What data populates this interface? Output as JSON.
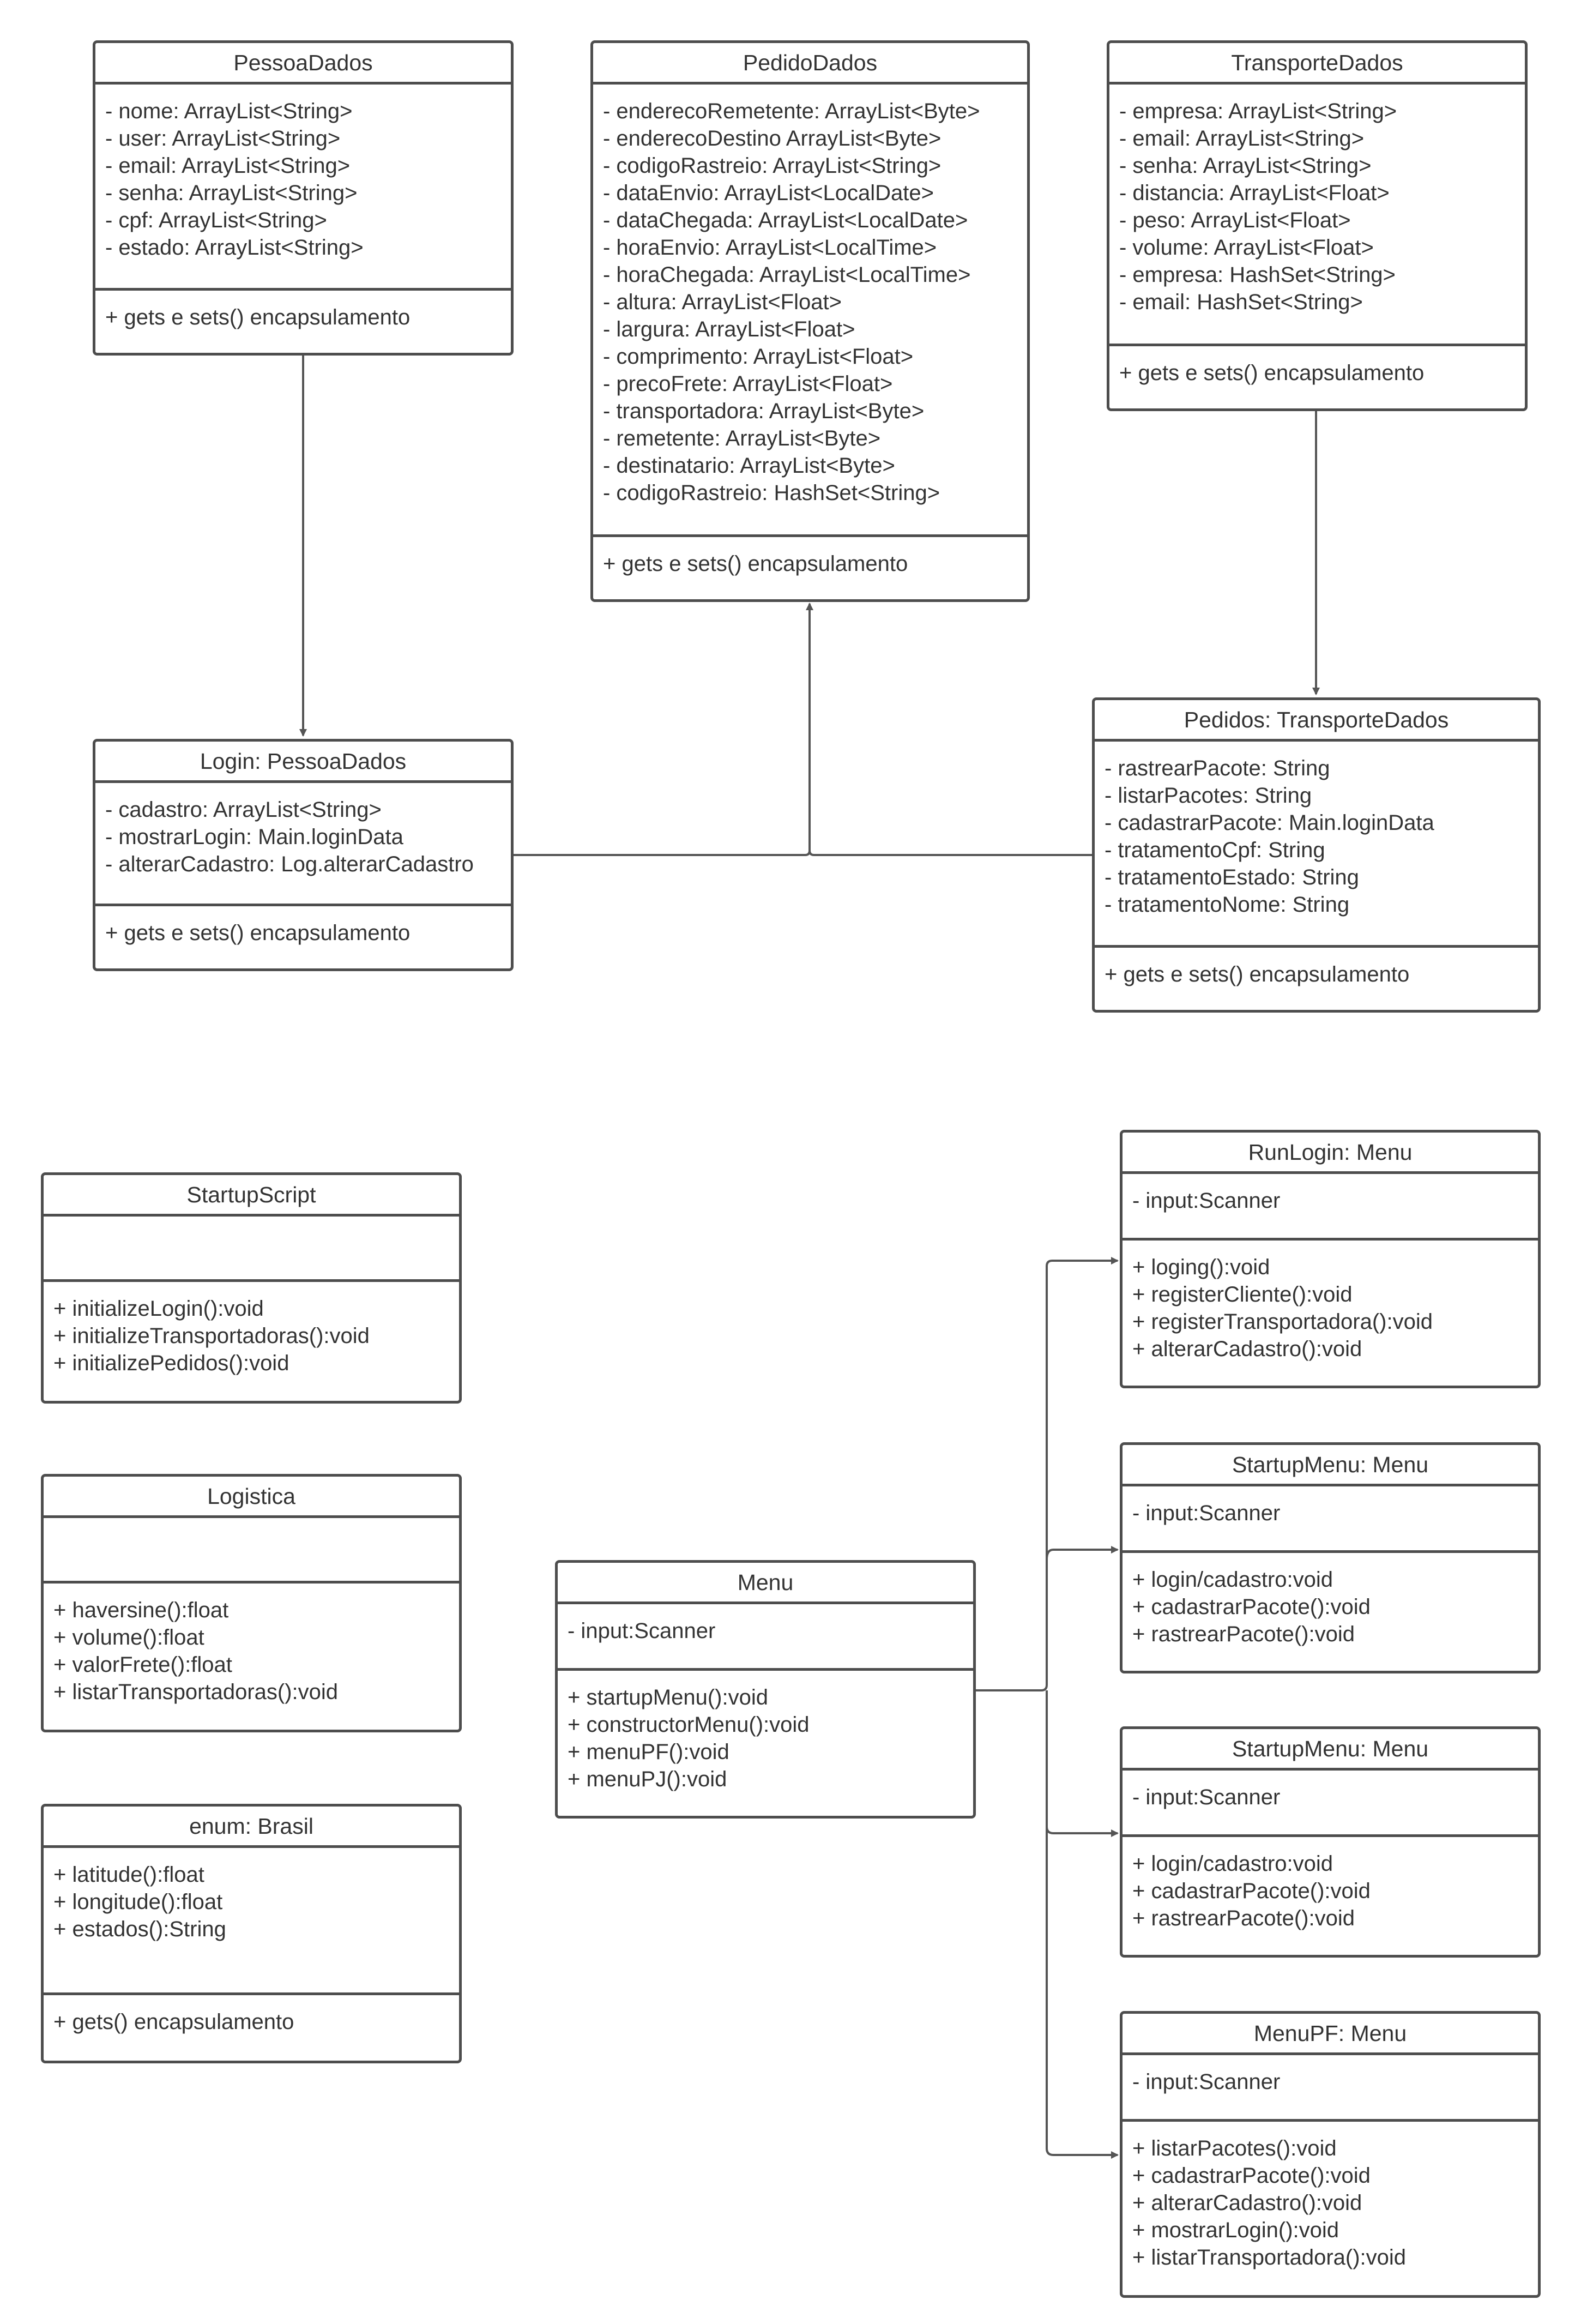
{
  "classes": {
    "pessoa": {
      "title": "PessoaDados",
      "attrs": [
        "- nome: ArrayList<String>",
        "- user: ArrayList<String>",
        "- email: ArrayList<String>",
        "- senha: ArrayList<String>",
        "- cpf: ArrayList<String>",
        "- estado: ArrayList<String>"
      ],
      "methods": [
        "+ gets e sets() encapsulamento"
      ]
    },
    "pedido": {
      "title": "PedidoDados",
      "attrs": [
        "- enderecoRemetente: ArrayList<Byte>",
        "- enderecoDestino ArrayList<Byte>",
        "- codigoRastreio: ArrayList<String>",
        "- dataEnvio: ArrayList<LocalDate>",
        "- dataChegada: ArrayList<LocalDate>",
        "- horaEnvio: ArrayList<LocalTime>",
        "- horaChegada: ArrayList<LocalTime>",
        "- altura: ArrayList<Float>",
        "- largura: ArrayList<Float>",
        "- comprimento: ArrayList<Float>",
        "- precoFrete: ArrayList<Float>",
        "- transportadora: ArrayList<Byte>",
        "- remetente: ArrayList<Byte>",
        "- destinatario: ArrayList<Byte>",
        "- codigoRastreio: HashSet<String>"
      ],
      "methods": [
        "+ gets e sets() encapsulamento"
      ]
    },
    "transporte": {
      "title": "TransporteDados",
      "attrs": [
        "- empresa: ArrayList<String>",
        "- email: ArrayList<String>",
        "- senha: ArrayList<String>",
        "- distancia: ArrayList<Float>",
        "- peso: ArrayList<Float>",
        "- volume: ArrayList<Float>",
        "- empresa: HashSet<String>",
        "- email: HashSet<String>"
      ],
      "methods": [
        "+ gets e sets() encapsulamento"
      ]
    },
    "login": {
      "title": "Login: PessoaDados",
      "attrs": [
        "- cadastro: ArrayList<String>",
        "- mostrarLogin: Main.loginData",
        "- alterarCadastro: Log.alterarCadastro"
      ],
      "methods": [
        "+ gets e sets() encapsulamento"
      ]
    },
    "pedidos": {
      "title": "Pedidos: TransporteDados",
      "attrs": [
        "- rastrearPacote: String",
        "- listarPacotes: String",
        "- cadastrarPacote: Main.loginData",
        "- tratamentoCpf: String",
        "- tratamentoEstado: String",
        "- tratamentoNome: String"
      ],
      "methods": [
        "+ gets e sets() encapsulamento"
      ]
    },
    "startupScript": {
      "title": "StartupScript",
      "attrs": [],
      "methods": [
        "+ initializeLogin():void",
        "+ initializeTransportadoras():void",
        "+ initializePedidos():void"
      ]
    },
    "logistica": {
      "title": "Logistica",
      "attrs": [],
      "methods": [
        "+ haversine():float",
        "+ volume():float",
        "+ valorFrete():float",
        "+ listarTransportadoras():void"
      ]
    },
    "brasil": {
      "title": "enum: Brasil",
      "attrs": [
        "+ latitude():float",
        "+ longitude():float",
        "+ estados():String"
      ],
      "methods": [
        "+ gets() encapsulamento"
      ]
    },
    "menu": {
      "title": "Menu",
      "attrs": [
        "- input:Scanner"
      ],
      "methods": [
        "+ startupMenu():void",
        "+ constructorMenu():void",
        "+ menuPF():void",
        "+ menuPJ():void"
      ]
    },
    "runLogin": {
      "title": "RunLogin: Menu",
      "attrs": [
        "- input:Scanner"
      ],
      "methods": [
        "+ loging():void",
        "+ registerCliente():void",
        "+ registerTransportadora():void",
        "+ alterarCadastro():void"
      ]
    },
    "startupMenu1": {
      "title": "StartupMenu: Menu",
      "attrs": [
        "- input:Scanner"
      ],
      "methods": [
        "+ login/cadastro:void",
        "+ cadastrarPacote():void",
        "+ rastrearPacote():void"
      ]
    },
    "startupMenu2": {
      "title": "StartupMenu: Menu",
      "attrs": [
        "- input:Scanner"
      ],
      "methods": [
        "+ login/cadastro:void",
        "+ cadastrarPacote():void",
        "+ rastrearPacote():void"
      ]
    },
    "menuPF": {
      "title": "MenuPF: Menu",
      "attrs": [
        "- input:Scanner"
      ],
      "methods": [
        "+ listarPacotes():void",
        "+ cadastrarPacote():void",
        "+ alterarCadastro():void",
        "+ mostrarLogin():void",
        "+ listarTransportadora():void"
      ]
    }
  },
  "colors": {
    "stroke": "#4d4d4d",
    "text": "#333333",
    "background": "#ffffff"
  }
}
